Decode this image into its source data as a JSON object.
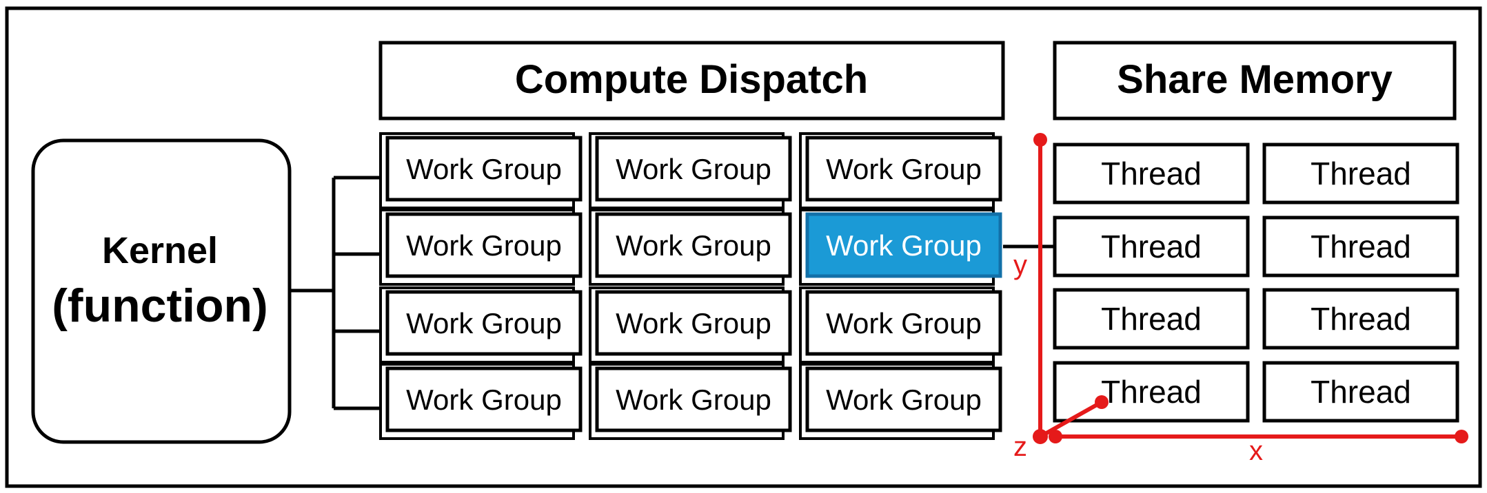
{
  "kernel": {
    "line1": "Kernel",
    "line2": "(function)"
  },
  "compute_dispatch": {
    "title": "Compute Dispatch",
    "group_label": "Work Group",
    "rows": 4,
    "cols": 3,
    "highlighted": {
      "row": 1,
      "col": 2
    }
  },
  "share_memory": {
    "title": "Share Memory",
    "thread_label": "Thread",
    "rows": 4,
    "cols": 2
  },
  "axes": {
    "x": "x",
    "y": "y",
    "z": "z"
  },
  "colors": {
    "stroke": "#000000",
    "highlight_fill": "#1b9ad6",
    "highlight_stroke": "#1270a8",
    "highlight_text": "#ffffff",
    "axis": "#e51a1a"
  }
}
